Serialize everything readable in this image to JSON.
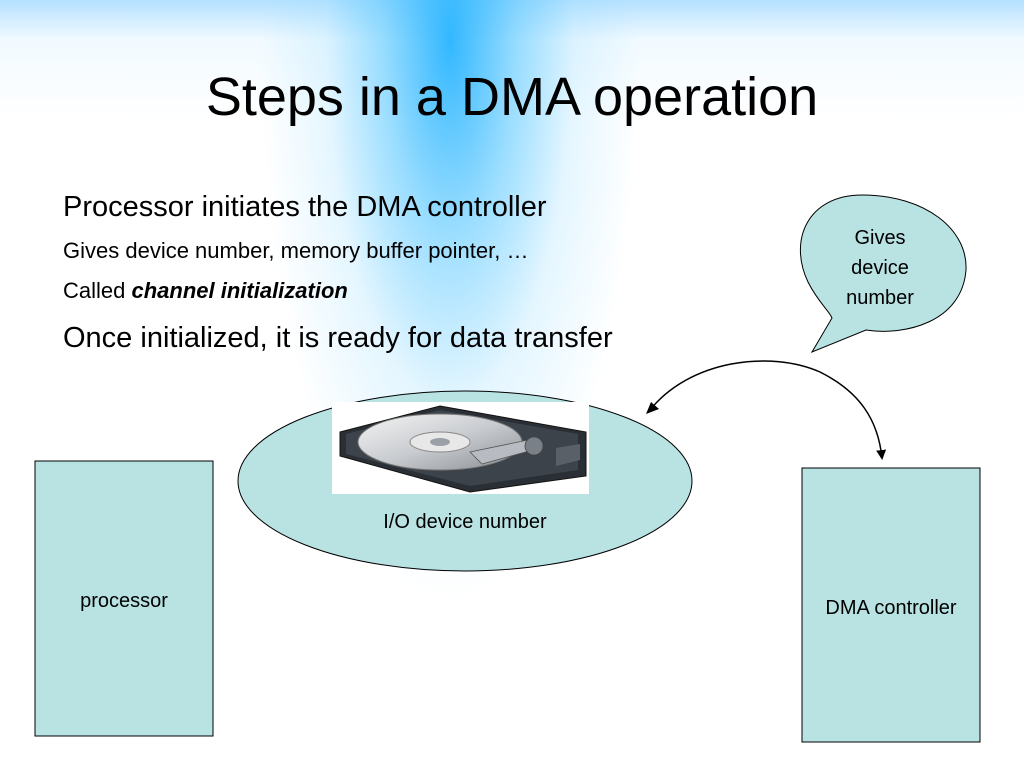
{
  "slide": {
    "title": "Steps in a DMA operation",
    "bullets": {
      "main1": "Processor initiates the DMA controller",
      "sub1": "Gives device number, memory buffer pointer, …",
      "sub2_prefix": "Called ",
      "sub2_emphasis": "channel initialization",
      "main2": "Once initialized, it is ready for data transfer"
    }
  },
  "diagram": {
    "callout_lines": [
      "Gives",
      "device",
      "number"
    ],
    "io_device_label": "I/O device number",
    "processor_label": "processor",
    "dma_label": "DMA controller",
    "box_fill": "#b9e2e3",
    "stroke": "#000000",
    "disk_image_name": "hard-disk-drive-icon"
  }
}
